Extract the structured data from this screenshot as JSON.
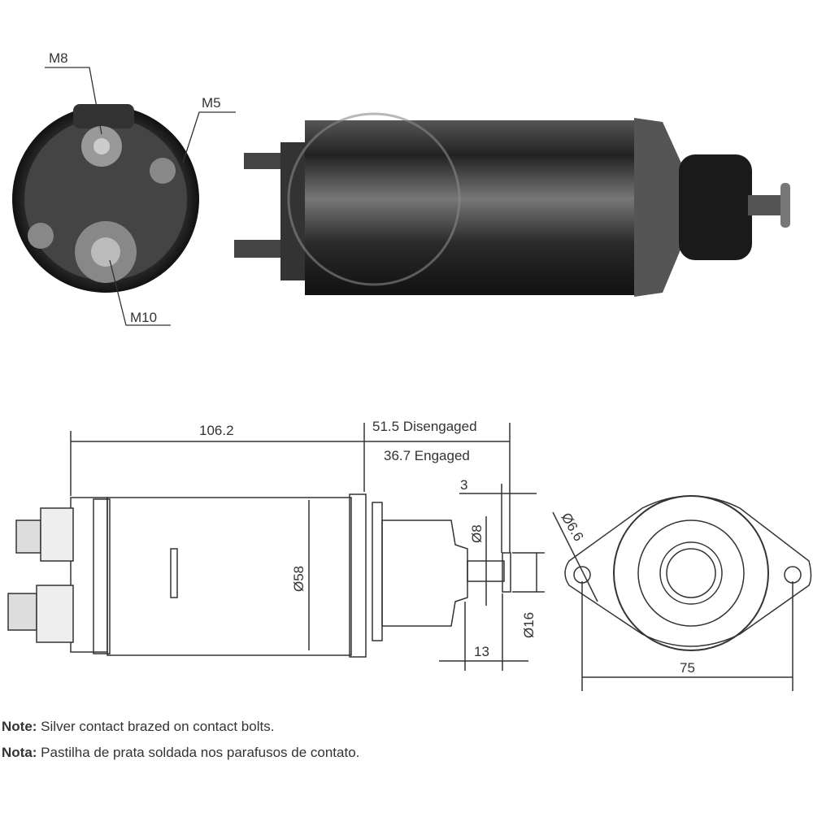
{
  "labels": {
    "m8": "M8",
    "m5": "M5",
    "m10": "M10",
    "length": "106.2",
    "disengaged": "51.5 Disengaged",
    "engaged": "36.7 Engaged",
    "gap": "3",
    "plunger_dia": "Ø8",
    "diameter": "Ø58",
    "head_dia": "Ø16",
    "plunger_len": "13",
    "hole_dia": "Ø6.6",
    "hole_spacing": "75"
  },
  "notes": [
    {
      "prefix": "Note:",
      "text": " Silver contact brazed on contact bolts."
    },
    {
      "prefix": "Nota:",
      "text": " Pastilha de prata soldada nos parafusos de contato."
    }
  ],
  "colors": {
    "line": "#333333",
    "metal_dark": "#222222",
    "metal_light": "#9a9a9a"
  }
}
